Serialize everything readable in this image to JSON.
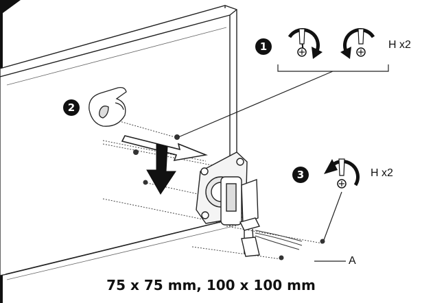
{
  "steps": [
    {
      "number": "1",
      "qty": "H x2"
    },
    {
      "number": "2"
    },
    {
      "number": "3",
      "qty": "H x2"
    }
  ],
  "callout_label": "A",
  "caption": "75 x 75 mm, 100 x 100 mm",
  "icons": [
    "screwdriver-counterclockwise-icon",
    "screwdriver-clockwise-icon",
    "hand-icon",
    "down-arrow-icon",
    "right-arrow-icon"
  ]
}
